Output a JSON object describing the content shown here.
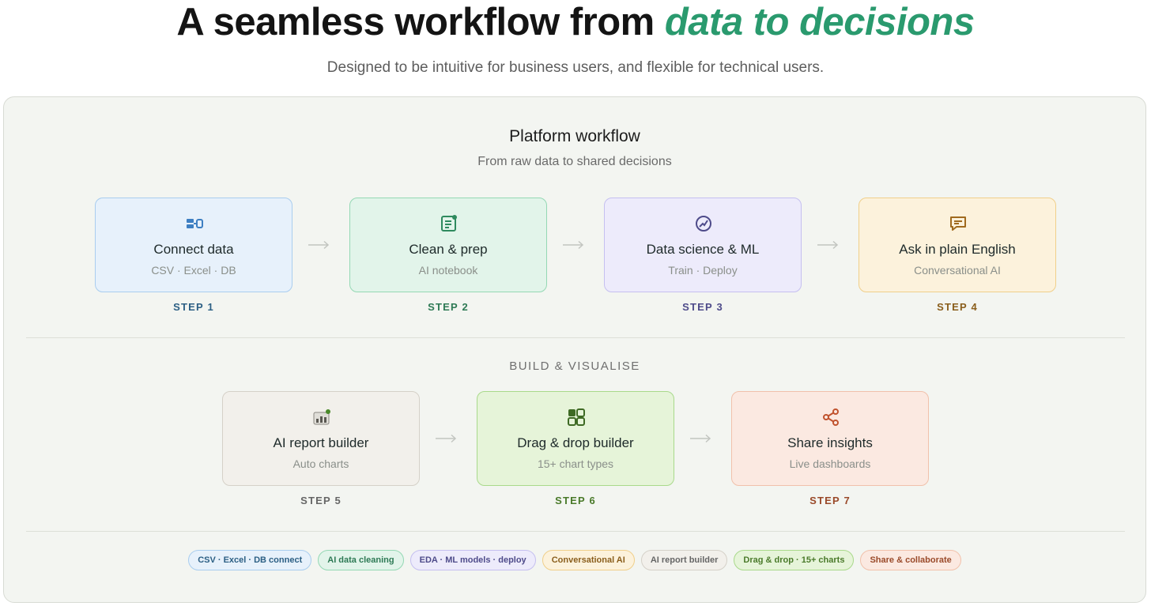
{
  "header": {
    "title_prefix": "A seamless workflow from ",
    "title_accent": "data to decisions",
    "subtitle": "Designed to be intuitive for business users, and flexible for technical users."
  },
  "panel": {
    "title": "Platform workflow",
    "subtitle": "From raw data to shared decisions",
    "section_label": "BUILD & VISUALISE"
  },
  "steps": [
    {
      "title": "Connect data",
      "sub": "CSV · Excel · DB",
      "step": "STEP 1",
      "icon": "database-connect-icon"
    },
    {
      "title": "Clean & prep",
      "sub": "AI notebook",
      "step": "STEP 2",
      "icon": "notebook-icon"
    },
    {
      "title": "Data science & ML",
      "sub": "Train · Deploy",
      "step": "STEP 3",
      "icon": "gauge-icon"
    },
    {
      "title": "Ask in plain English",
      "sub": "Conversational AI",
      "step": "STEP 4",
      "icon": "chat-icon"
    },
    {
      "title": "AI report builder",
      "sub": "Auto charts",
      "step": "STEP 5",
      "icon": "bar-chart-icon"
    },
    {
      "title": "Drag & drop builder",
      "sub": "15+ chart types",
      "step": "STEP 6",
      "icon": "grid-blocks-icon"
    },
    {
      "title": "Share insights",
      "sub": "Live dashboards",
      "step": "STEP 7",
      "icon": "share-icon"
    }
  ],
  "chips": [
    "CSV · Excel · DB connect",
    "AI data cleaning",
    "EDA · ML models · deploy",
    "Conversational AI",
    "AI report builder",
    "Drag & drop · 15+ charts",
    "Share & collaborate"
  ],
  "colors": {
    "accent": "#2a9a6e",
    "step1": "#2c5f84",
    "step2": "#2e7a55",
    "step3": "#4e4b8a",
    "step4": "#8a5e1c",
    "step5": "#666666",
    "step6": "#4a7a2a",
    "step7": "#9a4a2a"
  }
}
